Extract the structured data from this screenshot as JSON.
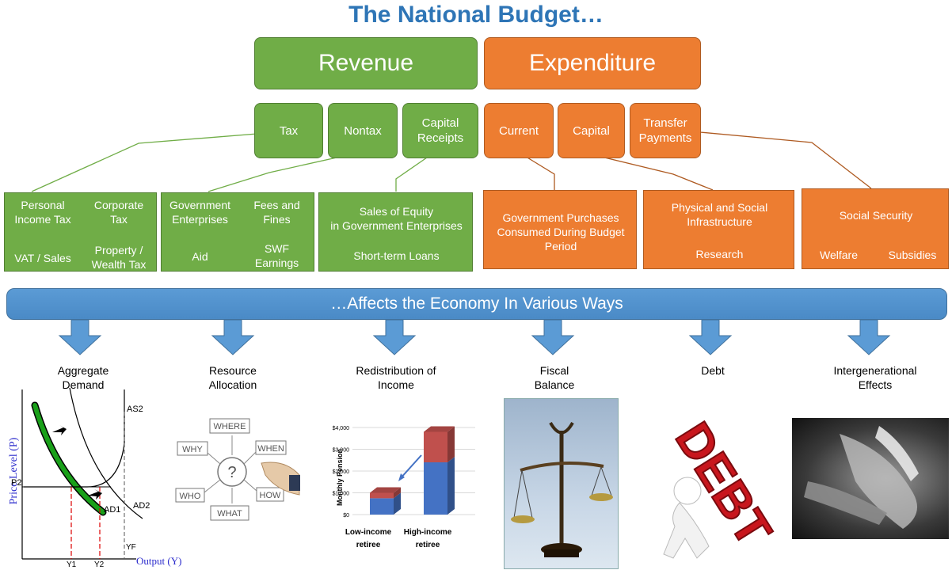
{
  "title": "The National Budget…",
  "revenue": {
    "label": "Revenue",
    "categories": [
      "Tax",
      "Nontax",
      "Capital\nReceipts"
    ],
    "tax_items": [
      "Personal\nIncome Tax",
      "Corporate\nTax",
      "VAT / Sales",
      "Property /\nWealth Tax"
    ],
    "nontax_items": [
      "Government\nEnterprises",
      "Fees and\nFines",
      "Aid",
      "SWF\nEarnings"
    ],
    "capital_items": [
      "Sales of Equity\nin Government Enterprises",
      "Short-term Loans"
    ]
  },
  "expenditure": {
    "label": "Expenditure",
    "categories": [
      "Current",
      "Capital",
      "Transfer\nPayments"
    ],
    "current_items": [
      "Government Purchases\nConsumed During Budget\nPeriod"
    ],
    "capital_items": [
      "Physical and Social\nInfrastructure",
      "Research"
    ],
    "transfer_items": [
      "Social Security",
      "Welfare",
      "Subsidies"
    ]
  },
  "banner": "…Affects the Economy In Various Ways",
  "effects": [
    "Aggregate\nDemand",
    "Resource\nAllocation",
    "Redistribution of\nIncome",
    "Fiscal\nBalance",
    "Debt",
    "Intergenerational\nEffects"
  ],
  "ad_graph": {
    "ylabel": "Price Level (P)",
    "xlabel": "Output (Y)",
    "labels": [
      "AS2",
      "AD1",
      "AD2",
      "P2",
      "Y1",
      "Y2",
      "YF"
    ]
  },
  "mindmap_words": [
    "WHERE",
    "WHY",
    "WHEN",
    "WHO",
    "HOW",
    "WHAT",
    "?"
  ],
  "chart_data": {
    "type": "bar",
    "categories": [
      "Low-income\nretiree",
      "High-income\nretiree"
    ],
    "series": [
      {
        "values": [
          750,
          2400
        ]
      },
      {
        "values": [
          250,
          1400
        ]
      }
    ],
    "ylabel": "Monthly Pension",
    "ylim": [
      0,
      4000
    ],
    "yticks": [
      "$0",
      "$1,000",
      "$2,000",
      "$3,000",
      "$4,000"
    ],
    "colors": [
      "#4472c4",
      "#c0504d"
    ]
  },
  "debt_word": "DEBT",
  "colors": {
    "green": "#70ad47",
    "orange": "#ed7d31",
    "blue": "#5b9bd5",
    "title": "#2e75b6"
  }
}
